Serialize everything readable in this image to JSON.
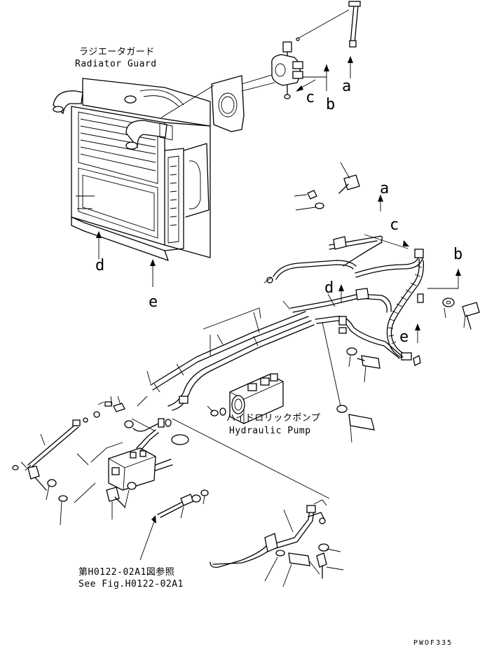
{
  "labels": {
    "radiator_guard_jp": "ラジエータガード",
    "radiator_guard_en": "Radiator Guard",
    "hydraulic_pump_jp": "ハイドロリックポンプ",
    "hydraulic_pump_en": "Hydraulic Pump",
    "ref_jp": "第H0122-02A1図参照",
    "ref_en": "See Fig.H0122-02A1",
    "drawing_code": "PWOF335"
  },
  "connection_letters": {
    "a": "a",
    "b": "b",
    "c": "c",
    "d": "d",
    "e": "e"
  }
}
